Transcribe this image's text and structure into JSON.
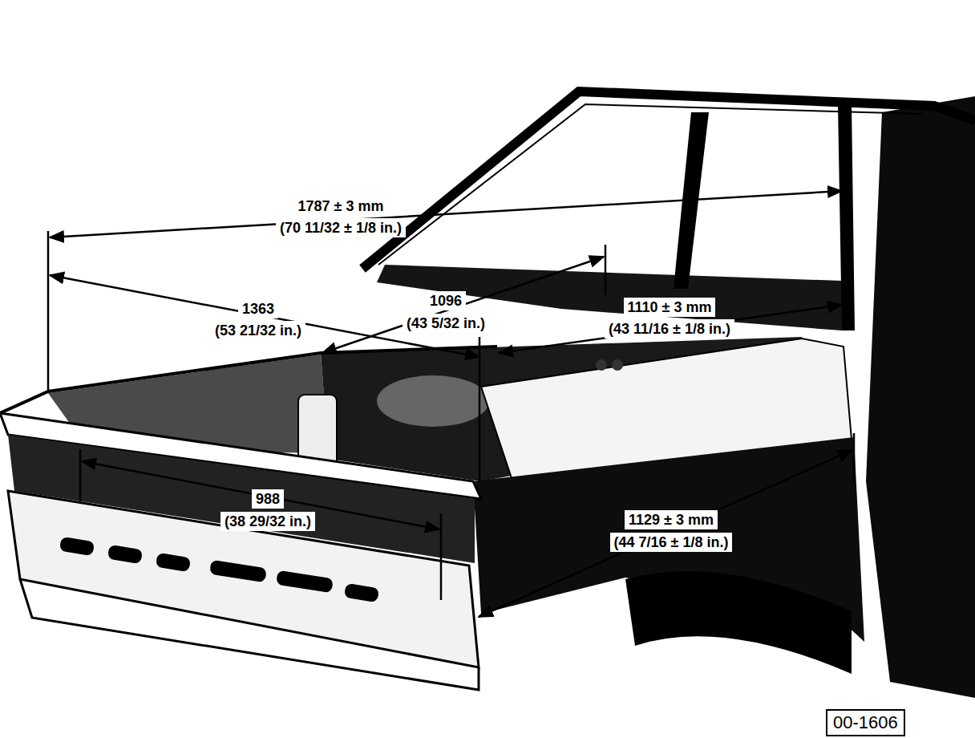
{
  "diagram": {
    "nodes": [
      {
        "text": [
          "00-1606"
        ]
      }
    ],
    "labels": [
      "1787 ± 3 mm",
      "(70 11/32 ± 1/8 in.)",
      "1363",
      "(53 21/32 in.)",
      "1096",
      "(43 5/32 in.)",
      "1110 ± 3 mm",
      "(43 11/16 ± 1/8 in.)",
      "988",
      "(38 29/32 in.)",
      "1129 ± 3 mm",
      "(44 7/16 ± 1/8 in.)"
    ]
  }
}
